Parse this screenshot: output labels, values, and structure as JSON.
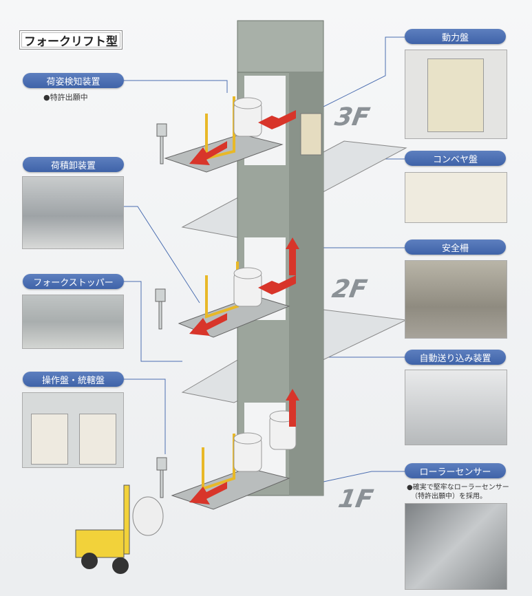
{
  "title": "フォークリフト型",
  "left_labels": [
    {
      "label": "荷姿検知装置",
      "note": "●特許出願中"
    },
    {
      "label": "荷積卸装置"
    },
    {
      "label": "フォークストッパー"
    },
    {
      "label": "操作盤・統轄盤"
    }
  ],
  "right_labels": [
    {
      "label": "動力盤"
    },
    {
      "label": "コンベヤ盤"
    },
    {
      "label": "安全柵"
    },
    {
      "label": "自動送り込み装置"
    },
    {
      "label": "ローラーセンサー",
      "note_line1": "●確実で堅牢なローラーセンサー",
      "note_line2": "（特許出願中）を採用。"
    }
  ],
  "floors": [
    "3F",
    "2F",
    "1F"
  ],
  "colors": {
    "pill": "#4a6db0",
    "tower": "#9ca59c",
    "arrow": "#d8352a",
    "rail": "#e8b828"
  }
}
